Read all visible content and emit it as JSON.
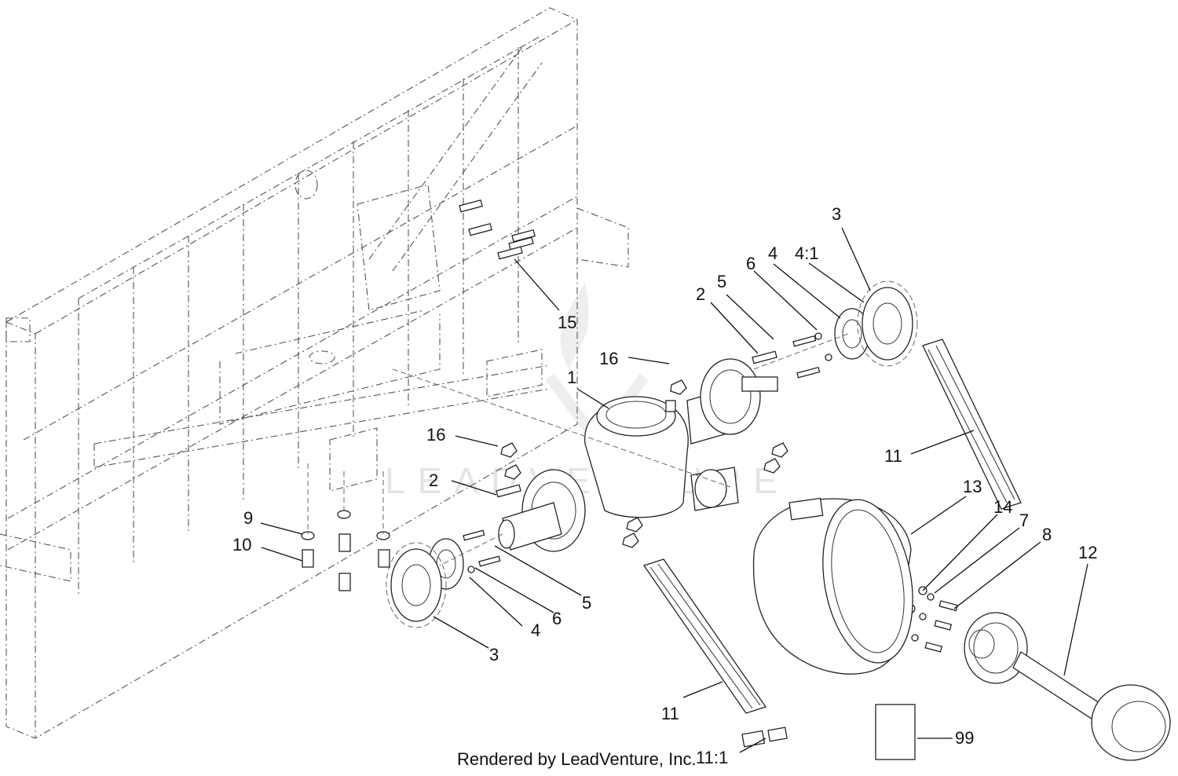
{
  "credit_text": "Rendered by LeadVenture, Inc.",
  "watermark_text": "LEADVENTURE",
  "callouts": [
    {
      "label": "1"
    },
    {
      "label": "2"
    },
    {
      "label": "2"
    },
    {
      "label": "3"
    },
    {
      "label": "3"
    },
    {
      "label": "4"
    },
    {
      "label": "4"
    },
    {
      "label": "4:1"
    },
    {
      "label": "5"
    },
    {
      "label": "5"
    },
    {
      "label": "6"
    },
    {
      "label": "6"
    },
    {
      "label": "7"
    },
    {
      "label": "8"
    },
    {
      "label": "9"
    },
    {
      "label": "10"
    },
    {
      "label": "11"
    },
    {
      "label": "11"
    },
    {
      "label": "11:1"
    },
    {
      "label": "12"
    },
    {
      "label": "13"
    },
    {
      "label": "14"
    },
    {
      "label": "15"
    },
    {
      "label": "16"
    },
    {
      "label": "16"
    },
    {
      "label": "99"
    }
  ],
  "colors": {
    "line": "#111111",
    "frame_line": "#555555",
    "watermark": "#e4e4e4"
  }
}
